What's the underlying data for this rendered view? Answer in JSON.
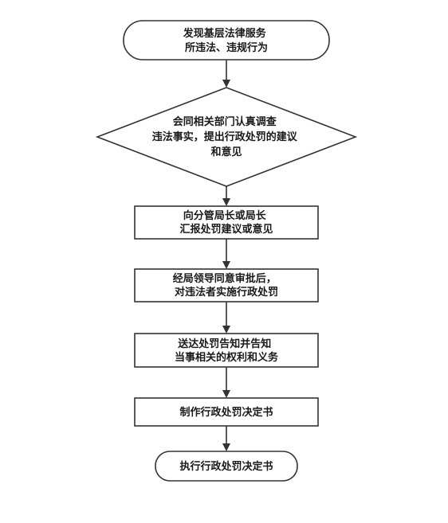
{
  "flowchart": {
    "start": {
      "lines": [
        "发现基层法律服务",
        "所违法、违规行为"
      ]
    },
    "decision": {
      "lines": [
        "会同相关部门认真调查",
        "违法事实，提出行政处罚的建议",
        "和意见"
      ]
    },
    "step1": {
      "lines": [
        "向分管局长或局长",
        "汇报处罚建议或意见"
      ]
    },
    "step2": {
      "lines": [
        "经局领导同意审批后，",
        "对违法者实施行政处罚"
      ]
    },
    "step3": {
      "lines": [
        "送达处罚告知并告知",
        "当事相关的权利和义务"
      ]
    },
    "step4": {
      "lines": [
        "制作行政处罚决定书"
      ]
    },
    "end": {
      "lines": [
        "执行行政处罚决定书"
      ]
    }
  }
}
